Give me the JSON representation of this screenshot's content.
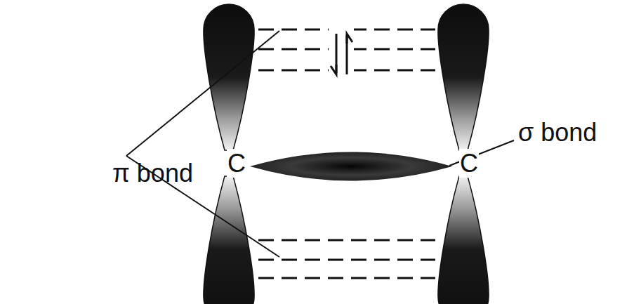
{
  "diagram": {
    "labels": [
      "π bond",
      "σ bond",
      "C",
      "C"
    ]
  }
}
